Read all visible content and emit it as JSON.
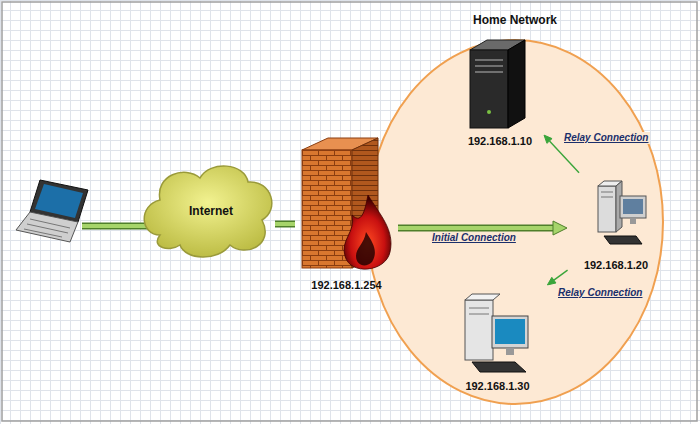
{
  "diagram": {
    "nodes": [
      {
        "text": [
          "Internet"
        ]
      },
      {
        "text": [
          "192.168.1.254"
        ]
      },
      {
        "text": [
          "Home Network"
        ]
      },
      {
        "text": [
          "192.168.1.10"
        ],
        "in": 2
      },
      {
        "text": [
          "192.168.1.20"
        ],
        "in": 2
      },
      {
        "text": [
          "192.168.1.30"
        ],
        "in": 2
      }
    ],
    "edges": [
      {
        "from": 0,
        "to": 1,
        "arrow": "none"
      },
      {
        "from": 1,
        "to": 4,
        "arrow": "to",
        "label": "Initial Connection"
      },
      {
        "from": 4,
        "to": 3,
        "arrow": "to",
        "label": "Relay Connection"
      },
      {
        "from": 4,
        "to": 5,
        "arrow": "to",
        "label": "Relay Connection"
      }
    ]
  }
}
